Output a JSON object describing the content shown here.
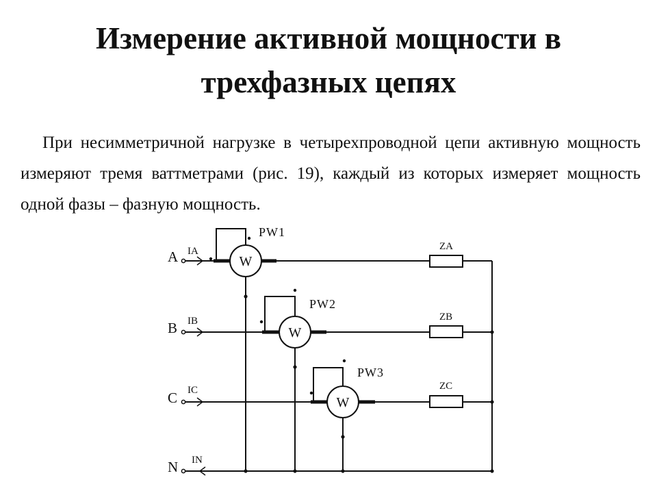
{
  "title": {
    "line1": "Измерение активной мощности в",
    "line2": "трехфазных цепях"
  },
  "paragraph": "При несимметричной нагрузке в четырехпроводной цепи активную мощность измеряют тремя ваттметрами (рис. 19), каждый из которых измеряет мощность одной фазы – фазную мощность.",
  "diagram": {
    "nodes": [
      "A",
      "B",
      "C",
      "N"
    ],
    "currents": [
      "IA",
      "IB",
      "IC",
      "IN"
    ],
    "wattmeters": [
      {
        "label": "PW1",
        "symbol": "W"
      },
      {
        "label": "PW2",
        "symbol": "W"
      },
      {
        "label": "PW3",
        "symbol": "W"
      }
    ],
    "impedances": [
      "ZA",
      "ZB",
      "ZC"
    ],
    "colors": {
      "line": "#111111",
      "background": "#ffffff"
    }
  }
}
